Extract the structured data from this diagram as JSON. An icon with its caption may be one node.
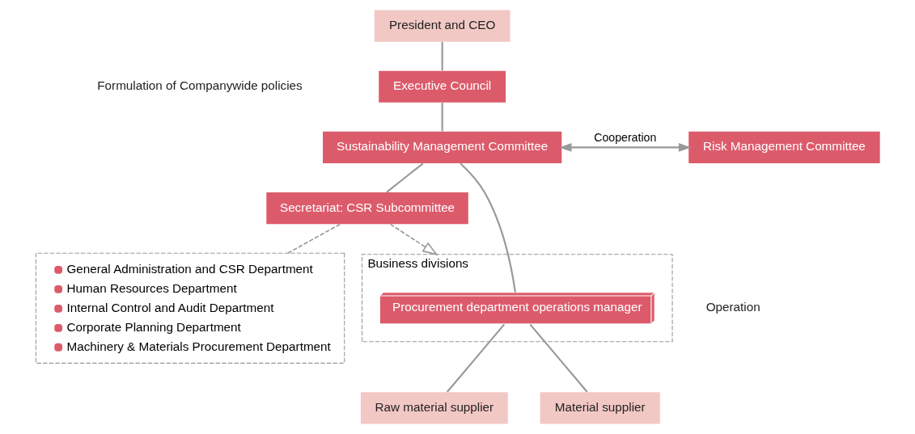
{
  "diagram": {
    "nodes": [
      {
        "text": [
          "President and CEO"
        ]
      },
      {
        "text": [
          "Executive Council"
        ]
      },
      {
        "text": [
          "Sustainability Management Committee"
        ]
      },
      {
        "text": [
          "Risk Management Committee"
        ]
      },
      {
        "text": [
          "Secretariat: CSR Subcommittee"
        ]
      },
      {
        "text": [
          "Business divisions"
        ]
      },
      {
        "text": [
          "Procurement department operations manager"
        ],
        "in": 5
      },
      {
        "text": [
          "General Administration and CSR Department",
          "Human Resources Department",
          "Internal Control and Audit Department",
          "Corporate Planning Department",
          "Machinery & Materials Procurement Department"
        ]
      },
      {
        "text": [
          "Raw material supplier"
        ]
      },
      {
        "text": [
          "Material supplier"
        ]
      }
    ],
    "edges": [
      {
        "from": 0,
        "to": 1,
        "arrow": "none"
      },
      {
        "from": 1,
        "to": 2,
        "arrow": "none"
      },
      {
        "from": 2,
        "to": 3,
        "arrow": "both",
        "label": "Cooperation"
      },
      {
        "from": 2,
        "to": 4,
        "arrow": "none"
      },
      {
        "from": 2,
        "to": 6,
        "arrow": "none"
      },
      {
        "from": 4,
        "to": 5,
        "arrow": "to",
        "style": "dashed"
      },
      {
        "from": 4,
        "to": 7,
        "arrow": "none",
        "style": "dashed"
      },
      {
        "from": 6,
        "to": 8,
        "arrow": "none"
      },
      {
        "from": 6,
        "to": 9,
        "arrow": "none"
      }
    ],
    "labels": [
      "Formulation of Companywide policies",
      "Operation"
    ]
  }
}
